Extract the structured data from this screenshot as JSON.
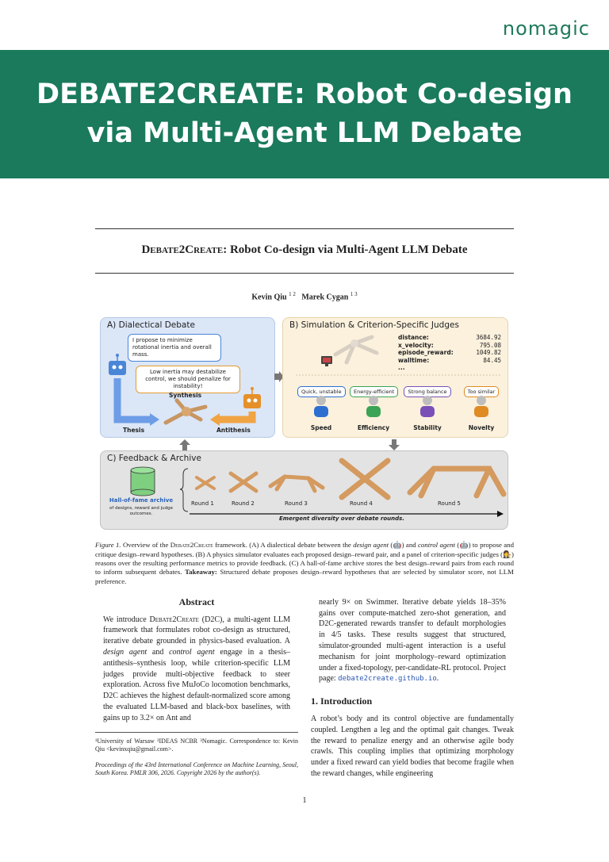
{
  "brand": "nomagic",
  "banner_title": "DEBATE2CREATE: Robot Co-design via Multi-Agent LLM Debate",
  "paper_title": {
    "prefix": "Debate2Create",
    "suffix": ": Robot Co-design via Multi-Agent LLM Debate"
  },
  "authors": [
    {
      "name": "Kevin Qiu",
      "sup": "1 2"
    },
    {
      "name": "Marek Cygan",
      "sup": "1 3"
    }
  ],
  "figure": {
    "panel_a": {
      "title": "A) Dialectical Debate",
      "bubble_design": "I propose to minimize rotational inertia and overall mass.",
      "bubble_control": "Low inertia may destabilize control, we should penalize for instability!",
      "synthesis": "Synthesis",
      "thesis": "Thesis",
      "antithesis": "Antithesis"
    },
    "panel_b": {
      "title": "Simulation & Criterion-Specific Judges",
      "metrics": [
        {
          "k": "distance:",
          "v": "3684.92"
        },
        {
          "k": "x_velocity:",
          "v": "795.08"
        },
        {
          "k": "episode_reward:",
          "v": "1049.82"
        },
        {
          "k": "walltime:",
          "v": "84.45"
        },
        {
          "k": "...",
          "v": ""
        }
      ],
      "judges": [
        {
          "tag": "Quick, unstable",
          "name": "Speed",
          "color": "#2c6fd1"
        },
        {
          "tag": "Energy-efficient",
          "name": "Efficiency",
          "color": "#3aa356"
        },
        {
          "tag": "Strong balance",
          "name": "Stability",
          "color": "#7b4fb8"
        },
        {
          "tag": "Too similar",
          "name": "Novelty",
          "color": "#e08a24"
        }
      ]
    },
    "panel_c": {
      "title": "C) Feedback & Archive",
      "archive_title": "Hall-of-fame archive",
      "archive_sub": "of designs, reward and judge outcomes.",
      "rounds": [
        "Round 1",
        "Round 2",
        "Round 3",
        "Round 4",
        "Round 5"
      ],
      "emergent": "Emergent diversity over debate rounds."
    }
  },
  "caption": {
    "p1": "Figure 1.",
    "p2": " Overview of the ",
    "p3": "Debate2Create",
    "p4": " framework. (A) A dialectical debate between the ",
    "p5": "design agent",
    "p6": " (🤖) and ",
    "p7": "control agent",
    "p8": " (🤖) to propose and critique design–reward hypotheses. (B) A physics simulator evaluates each proposed design–reward pair, and a panel of criterion-specific judges (👩‍⚖️) reasons over the resulting performance metrics to provide feedback. (C) A hall-of-fame archive stores the best design–reward pairs from each round to inform subsequent debates. ",
    "p9": "Takeaway:",
    "p10": " Structured debate proposes design–reward hypotheses that are selected by simulator score, not LLM preference."
  },
  "abstract": {
    "heading": "Abstract",
    "a1": "We introduce ",
    "a2": "Debate2Create",
    "a3": " (D2C), a multi-agent LLM framework that formulates robot co-design as structured, iterative debate grounded in physics-based evaluation. A ",
    "a4": "design agent",
    "a5": " and ",
    "a6": "control agent",
    "a7": " engage in a thesis–antithesis–synthesis loop, while criterion-specific LLM judges provide multi-objective feedback to steer exploration. Across five MuJoCo locomotion benchmarks, D2C achieves the highest default-normalized score among the evaluated LLM-based and black-box baselines, with gains up to 3.2× on Ant and"
  },
  "footnote": "¹University of Warsaw ²IDEAS NCBR ³Nomagic. Correspondence to: Kevin Qiu <kevinxqiu@gmail.com>.",
  "proceedings": "Proceedings of the 43rd International Conference on Machine Learning, Seoul, South Korea. PMLR 306, 2026. Copyright 2026 by the author(s).",
  "right": {
    "cont": "nearly 9× on Swimmer. Iterative debate yields 18–35% gains over compute-matched zero-shot generation, and D2C-generated rewards transfer to default morphologies in 4/5 tasks. These results suggest that structured, simulator-grounded multi-agent interaction is a useful mechanism for joint morphology–reward optimization under a fixed-topology, per-candidate-RL protocol. Project page: ",
    "link": "debate2create.github.io",
    "end": ".",
    "intro_h": "1. Introduction",
    "intro": "A robot’s body and its control objective are fundamentally coupled. Lengthen a leg and the optimal gait changes. Tweak the reward to penalize energy and an otherwise agile body crawls. This coupling implies that optimizing morphology under a fixed reward can yield bodies that become fragile when the reward changes, while engineering"
  },
  "page_number": "1",
  "colors": {
    "banner": "#1a7a5b",
    "brand": "#1f7a5a",
    "link": "#2a56b0"
  }
}
